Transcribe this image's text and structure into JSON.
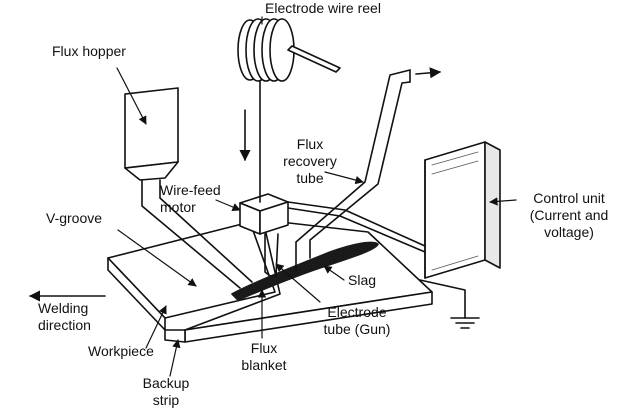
{
  "labels": {
    "electrode_wire_reel": "Electrode wire reel",
    "flux_hopper": "Flux hopper",
    "flux_recovery_tube": [
      "Flux",
      "recovery",
      "tube"
    ],
    "wire_feed_motor": [
      "Wire-feed",
      "motor"
    ],
    "v_groove": "V-groove",
    "control_unit": [
      "Control unit",
      "(Current and",
      "voltage)"
    ],
    "slag": "Slag",
    "welding_direction": [
      "Welding",
      "direction"
    ],
    "electrode_tube": [
      "Electrode",
      "tube (Gun)"
    ],
    "workpiece": "Workpiece",
    "flux_blanket": [
      "Flux",
      "blanket"
    ],
    "backup_strip": [
      "Backup",
      "strip"
    ]
  },
  "colors": {
    "line": "#111111",
    "fill": "#ffffff",
    "slag": "#1a1a1a",
    "shade": "#555555"
  },
  "icons": [
    "arrow-icon",
    "ground-icon",
    "reel-icon"
  ]
}
